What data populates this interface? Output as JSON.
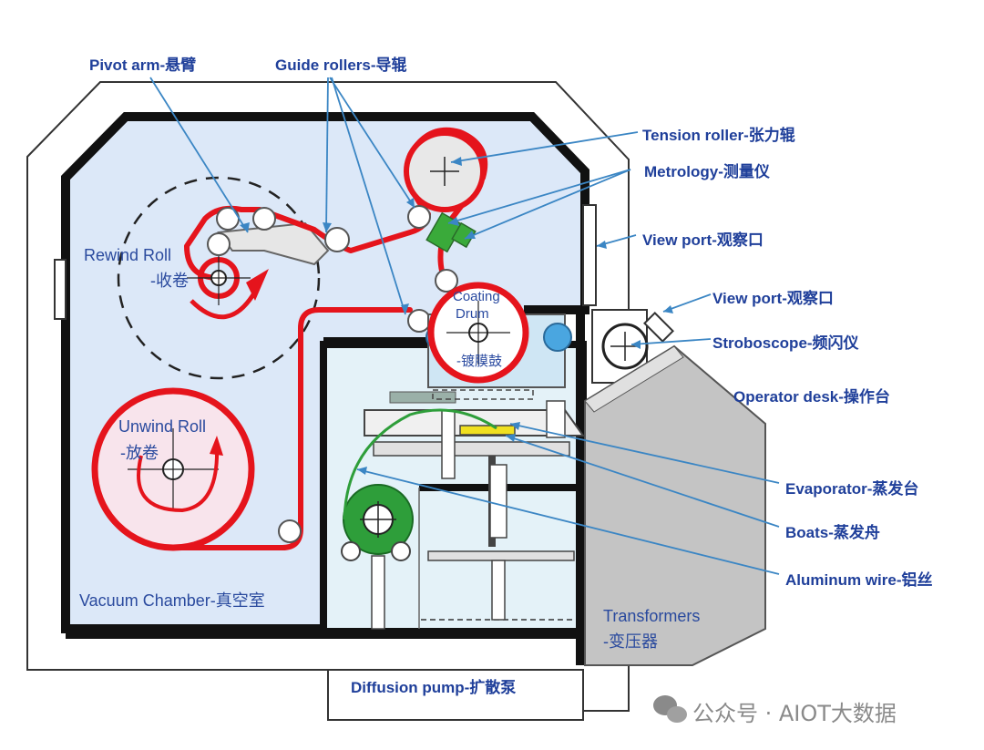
{
  "labels": {
    "pivot_arm": "Pivot arm-悬臂",
    "guide_rollers": "Guide rollers-导辊",
    "tension_roller": "Tension roller-张力辊",
    "metrology": "Metrology-测量仪",
    "view_port_1": "View port-观察口",
    "view_port_2": "View port-观察口",
    "stroboscope": "Stroboscope-频闪仪",
    "operator_desk": "Operator desk-操作台",
    "evaporator": "Evaporator-蒸发台",
    "boats": "Boats-蒸发舟",
    "aluminum_wire": "Aluminum wire-铝丝",
    "rewind_roll_en": "Rewind Roll",
    "rewind_roll_cn": "-收卷",
    "unwind_roll_en": "Unwind Roll",
    "unwind_roll_cn": "-放卷",
    "coating_drum_en1": "Coating",
    "coating_drum_en2": "Drum",
    "coating_drum_cn": "-镀膜鼓",
    "vacuum_chamber": "Vacuum Chamber-真空室",
    "transformers_en": "Transformers",
    "transformers_cn": "-变压器",
    "diffusion_pump": "Diffusion pump-扩散泵"
  },
  "watermark": {
    "text": "公众号 · AIOT大数据",
    "icon": "wechat-icon"
  },
  "colors": {
    "label_text": "#1f3f9a",
    "leader_line": "#3b86c4",
    "web_path": "#e5141c",
    "chamber_fill": "#dce8f8",
    "unwind_fill": "#f8e4ec",
    "metrology_fill": "#3aaa3a",
    "aluminum_wire": "#2e9e3a",
    "evaporator_boats": "#f0e020",
    "operator_desk_fill": "#c8c8c8"
  }
}
